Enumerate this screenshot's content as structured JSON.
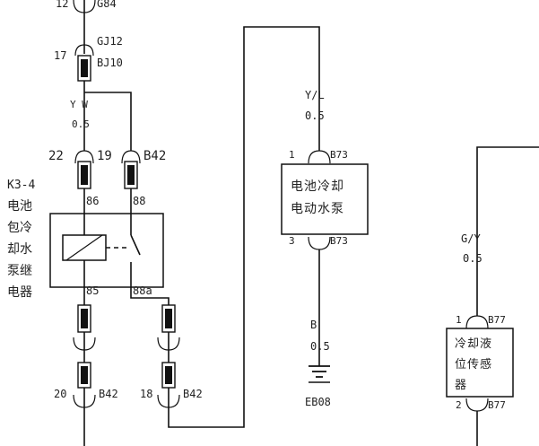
{
  "connectors_top": {
    "c12": {
      "pin": "12",
      "code": "G84"
    },
    "c17": {
      "pin": "17",
      "code_top": "GJ12",
      "code_bot": "BJ10"
    }
  },
  "wire_yw": {
    "color": "Y W",
    "gauge": "0.5"
  },
  "relay_connectors": {
    "p22": "22",
    "p19": "19",
    "code": "B42"
  },
  "relay": {
    "name_lines": [
      "K3-4",
      "电池",
      "包冷",
      "却水",
      "泵继",
      "电器"
    ],
    "pin86": "86",
    "pin88": "88",
    "pin85": "85",
    "pin88a": "88a"
  },
  "bottom_connectors": {
    "left": {
      "pin": "20",
      "code": "B42"
    },
    "right": {
      "pin": "18",
      "code": "B42"
    }
  },
  "pump": {
    "wire_color": "Y/L",
    "wire_gauge": "0.5",
    "pin_top": "1",
    "code_top": "B73",
    "pin_bot": "3",
    "code_bot": "B73",
    "label_line1": "电池冷却",
    "label_line2": "电动水泵",
    "gnd_color": "B",
    "gnd_gauge": "0.5",
    "gnd_code": "EB08"
  },
  "sensor": {
    "wire_color": "G/Y",
    "wire_gauge": "0.5",
    "pin_top": "1",
    "code_top": "B77",
    "pin_bot": "2",
    "code_bot": "B77",
    "label_line1": "冷却液",
    "label_line2": "位传感",
    "label_line3": "器"
  }
}
